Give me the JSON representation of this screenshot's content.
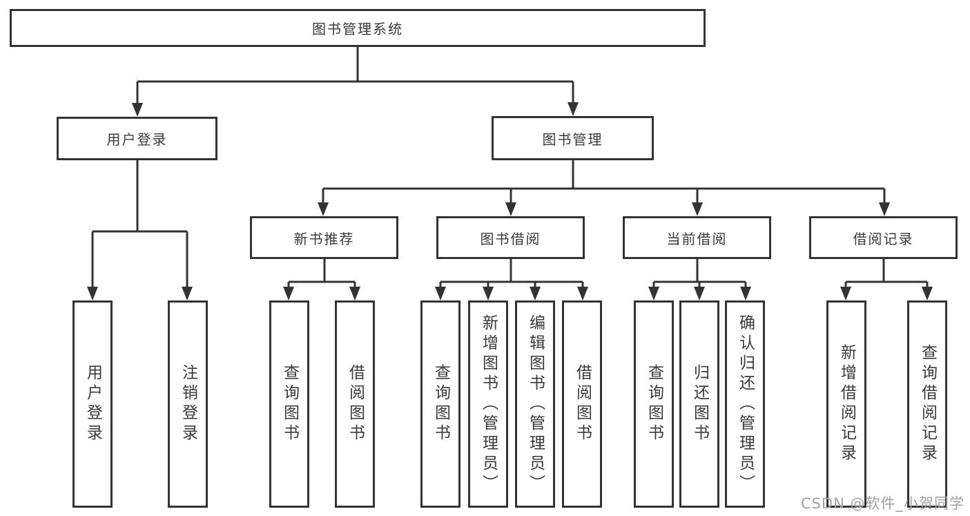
{
  "diagram_type": "tree",
  "tree": {
    "label": "图书管理系统",
    "children": [
      {
        "label": "用户登录",
        "children": [
          {
            "label": "用户登录"
          },
          {
            "label": "注销登录"
          }
        ]
      },
      {
        "label": "图书管理",
        "children": [
          {
            "label": "新书推荐",
            "children": [
              {
                "label": "查询图书"
              },
              {
                "label": "借阅图书"
              }
            ]
          },
          {
            "label": "图书借阅",
            "children": [
              {
                "label": "查询图书"
              },
              {
                "label": "新增图书（管理员）"
              },
              {
                "label": "编辑图书（管理员）"
              },
              {
                "label": "借阅图书"
              }
            ]
          },
          {
            "label": "当前借阅",
            "children": [
              {
                "label": "查询图书"
              },
              {
                "label": "归还图书"
              },
              {
                "label": "确认归还（管理员）"
              }
            ]
          },
          {
            "label": "借阅记录",
            "children": [
              {
                "label": "新增借阅记录"
              },
              {
                "label": "查询借阅记录"
              }
            ]
          }
        ]
      }
    ]
  },
  "watermark": {
    "text": "CSDN @软件_小贺同学",
    "color": "#a2a2a2"
  },
  "colors": {
    "line": "#333333",
    "text": "#3a3a3a",
    "background": "#ffffff"
  }
}
